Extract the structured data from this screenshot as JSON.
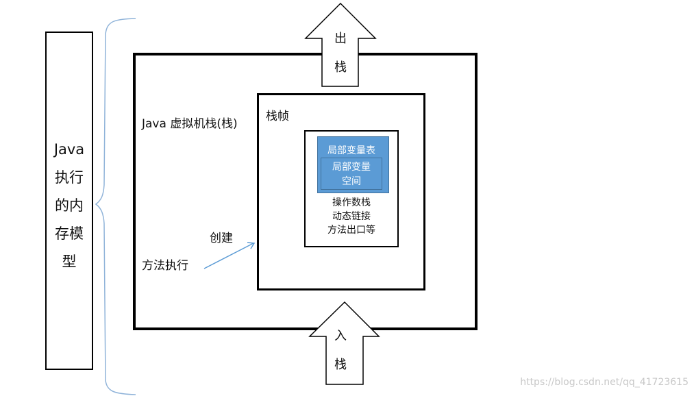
{
  "side_label": "Java\n执行\n的内\n存模\n型",
  "stack": {
    "label": "Java 虚拟机栈(栈)",
    "out_label": "出\n栈",
    "in_label": "入\n栈"
  },
  "frame": {
    "label": "栈帧",
    "local_var_table": "局部变量表",
    "local_var_space": "局部变量\n空间",
    "other_items": "操作数栈\n动态链接\n方法出口等"
  },
  "create_label": "创建",
  "method_exec_label": "方法执行",
  "watermark": "https://blog.csdn.net/qq_41723615",
  "colors": {
    "local_var_table": "#5b9bd5",
    "brace": "#8fb3d9",
    "arrow_line": "#5b9bd5"
  }
}
